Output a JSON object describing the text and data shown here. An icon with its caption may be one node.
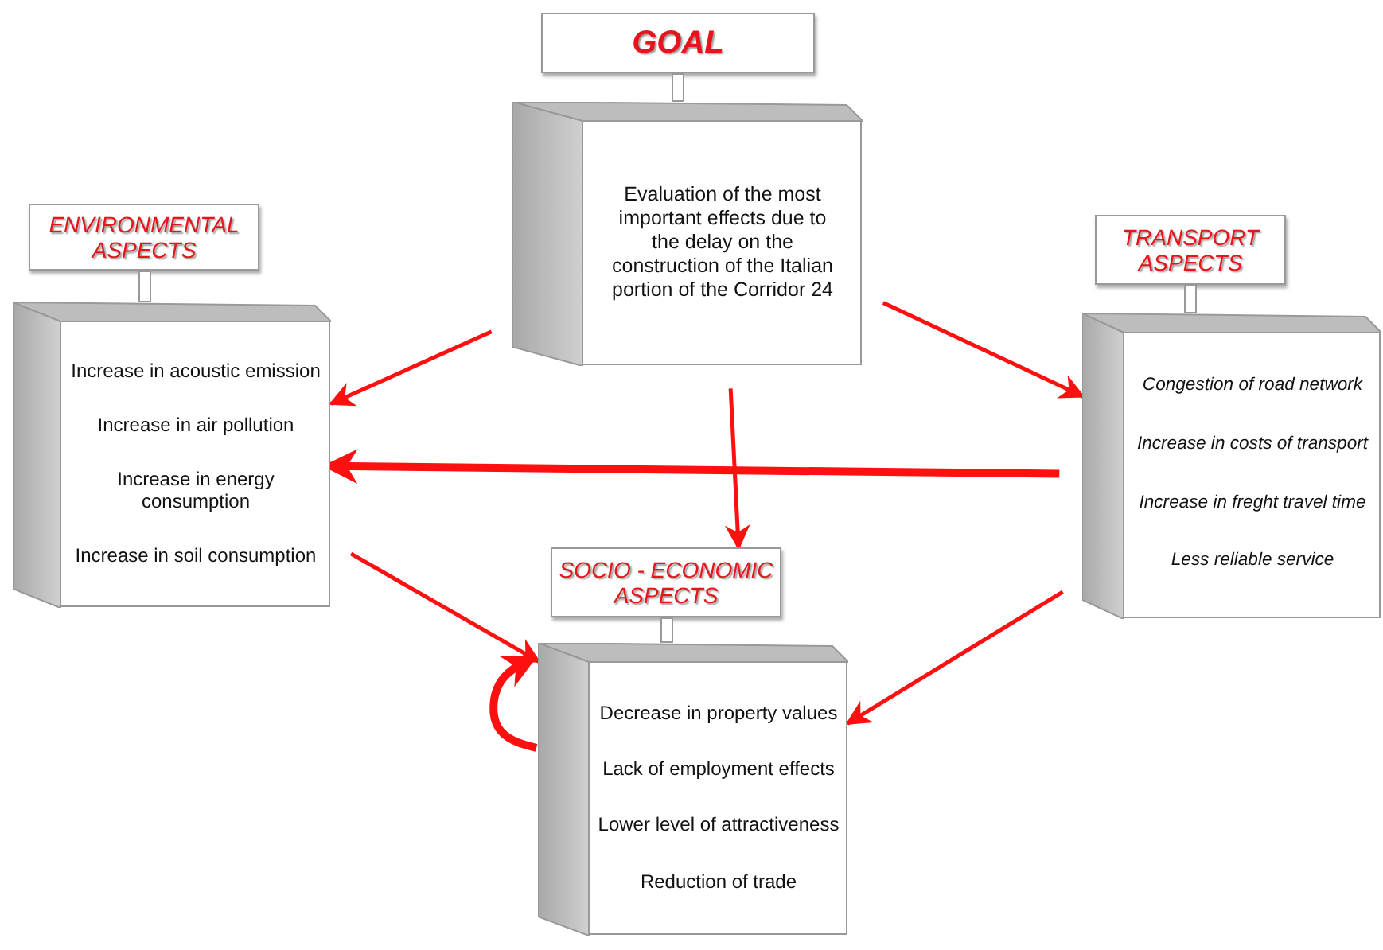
{
  "diagram": {
    "nodes": [
      {
        "text": [
          "GOAL",
          "Evaluation of the most important effects due to the delay on the construction of the Italian portion of the Corridor 24"
        ]
      },
      {
        "text": [
          "ENVIRONMENTAL ASPECTS",
          "Increase in acoustic emission",
          "Increase in air pollution",
          "Increase in energy consumption",
          "Increase in soil consumption"
        ]
      },
      {
        "text": [
          "TRANSPORT ASPECTS",
          "Congestion of road network",
          "Increase in costs of transport",
          "Increase in freght travel time",
          "Less reliable service"
        ]
      },
      {
        "text": [
          "SOCIO - ECONOMIC ASPECTS",
          "Decrease in property values",
          "Lack of employment effects",
          "Lower level of attractiveness",
          "Reduction of trade"
        ]
      }
    ],
    "edges": [
      {
        "from": 0,
        "to": 1,
        "arrow": "to"
      },
      {
        "from": 0,
        "to": 2,
        "arrow": "to"
      },
      {
        "from": 0,
        "to": 3,
        "arrow": "to"
      },
      {
        "from": 2,
        "to": 1,
        "arrow": "to",
        "style": "thick"
      },
      {
        "from": 1,
        "to": 3,
        "arrow": "to"
      },
      {
        "from": 2,
        "to": 3,
        "arrow": "to"
      },
      {
        "from": 3,
        "to": 3,
        "arrow": "to",
        "style": "thick"
      }
    ]
  }
}
